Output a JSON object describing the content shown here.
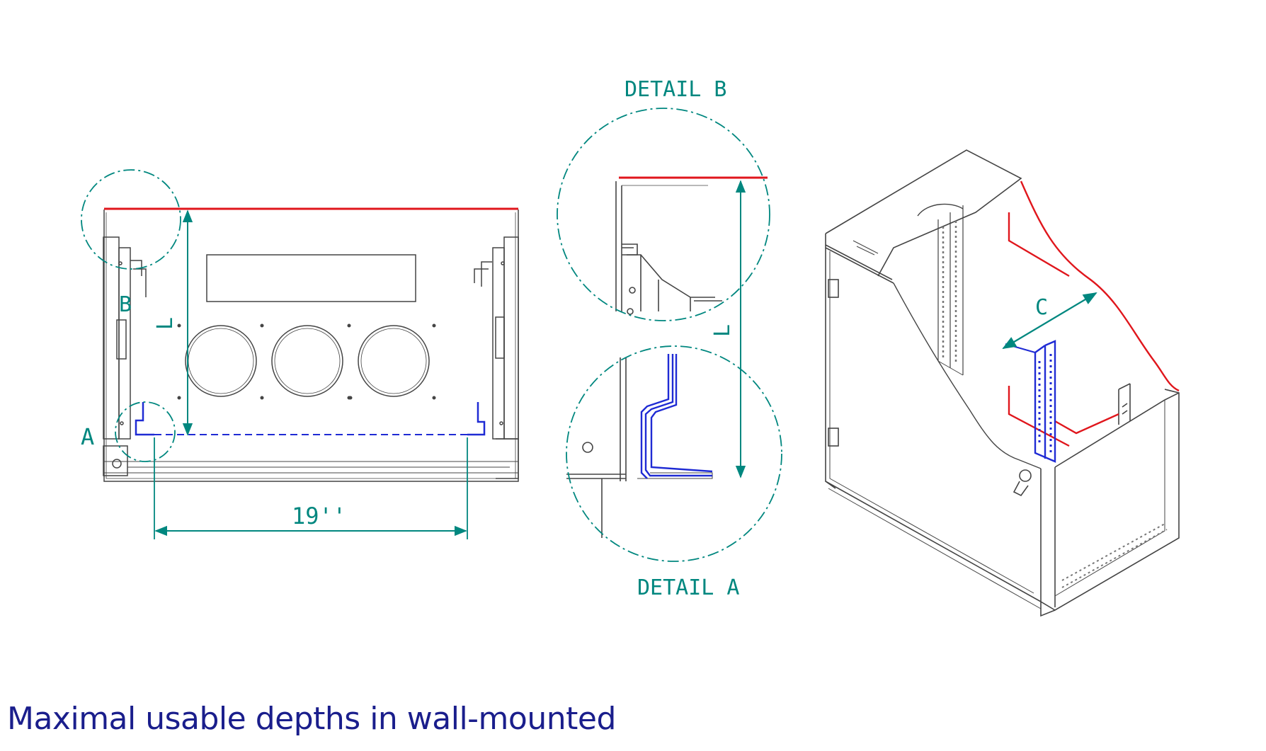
{
  "labels": {
    "detail_b": "DETAIL B",
    "detail_a": "DETAIL A",
    "marker_a": "A",
    "marker_b": "B",
    "width_19": "19''",
    "marker_c": "C",
    "dim_l_front": "L",
    "dim_l_detail": "L"
  },
  "caption": "Maximal usable depths in wall-mounted",
  "colors": {
    "teal": "#00877f",
    "red": "#e0161c",
    "blue": "#1f2bd4",
    "line": "#444444",
    "caption": "#1a1e8c"
  }
}
